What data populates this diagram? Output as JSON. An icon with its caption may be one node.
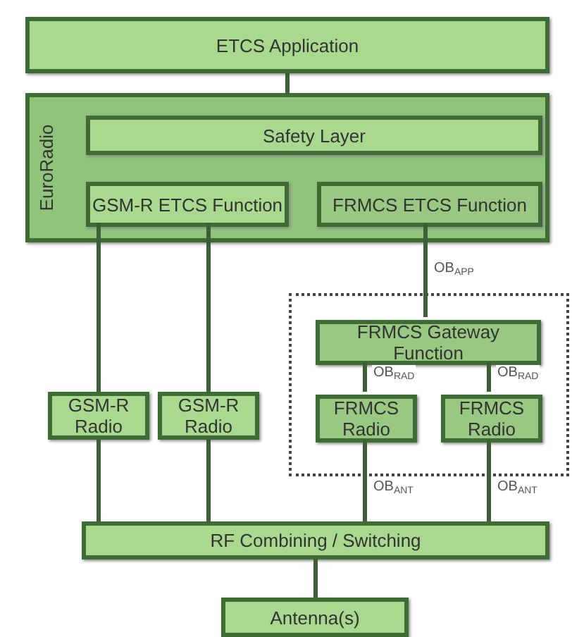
{
  "diagram": {
    "nodes": [
      {
        "text": [
          "ETCS Application"
        ]
      },
      {
        "text": [
          "EuroRadio"
        ]
      },
      {
        "text": [
          "Safety Layer"
        ],
        "in": 1
      },
      {
        "text": [
          "GSM-R ETCS Function"
        ],
        "in": 1
      },
      {
        "text": [
          "FRMCS ETCS Function"
        ],
        "in": 1
      },
      {
        "text": [],
        "shape": "box"
      },
      {
        "text": [
          "FRMCS Gateway Function"
        ],
        "in": 5
      },
      {
        "text": [
          "GSM-R Radio"
        ]
      },
      {
        "text": [
          "GSM-R Radio"
        ]
      },
      {
        "text": [
          "FRMCS Radio"
        ],
        "in": 5
      },
      {
        "text": [
          "FRMCS Radio"
        ],
        "in": 5
      },
      {
        "text": [
          "RF Combining / Switching"
        ]
      },
      {
        "text": [
          "Antenna(s)"
        ]
      }
    ],
    "edges": [
      {
        "from": 0,
        "to": 1,
        "arrow": "none"
      },
      {
        "from": 3,
        "to": 7,
        "arrow": "none"
      },
      {
        "from": 3,
        "to": 8,
        "arrow": "none"
      },
      {
        "from": 4,
        "to": 6,
        "arrow": "none",
        "label": "OB$_{APP}$"
      },
      {
        "from": 6,
        "to": 9,
        "arrow": "none",
        "label": "OB$_{RAD}$"
      },
      {
        "from": 6,
        "to": 10,
        "arrow": "none",
        "label": "OB$_{RAD}$"
      },
      {
        "from": 7,
        "to": 11,
        "arrow": "none"
      },
      {
        "from": 8,
        "to": 11,
        "arrow": "none"
      },
      {
        "from": 9,
        "to": 11,
        "arrow": "none",
        "label": "OB$_{ANT}$"
      },
      {
        "from": 10,
        "to": 11,
        "arrow": "none",
        "label": "OB$_{ANT}$"
      },
      {
        "from": 11,
        "to": 12,
        "arrow": "none"
      }
    ]
  }
}
